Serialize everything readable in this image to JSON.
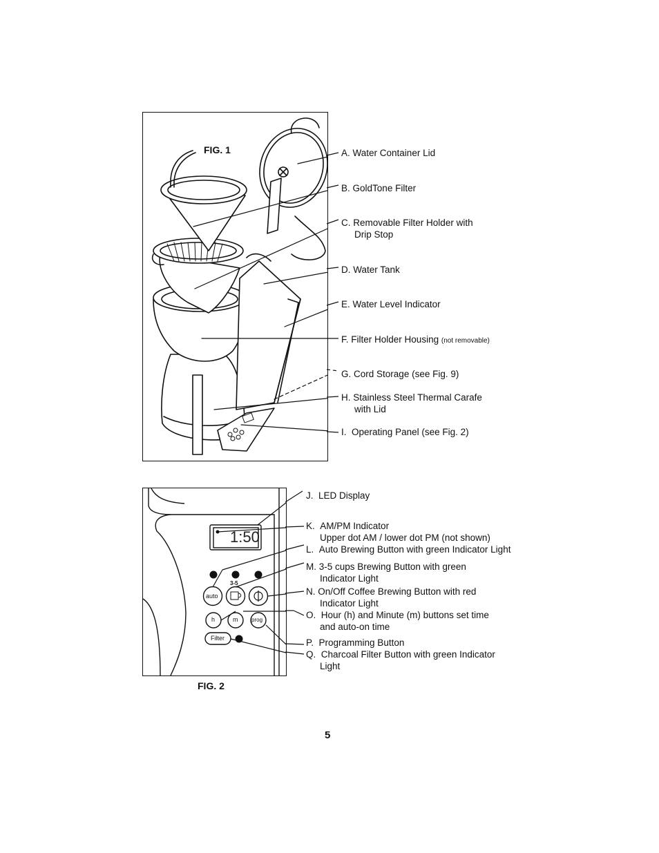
{
  "fig1": {
    "title": "FIG. 1",
    "labels": [
      {
        "letter": "A.",
        "text": "Water Container Lid",
        "text2": "",
        "note": ""
      },
      {
        "letter": "B.",
        "text": "GoldTone Filter",
        "text2": "",
        "note": ""
      },
      {
        "letter": "C.",
        "text": "Removable Filter Holder with",
        "text2": "Drip Stop",
        "note": ""
      },
      {
        "letter": "D.",
        "text": "Water Tank",
        "text2": "",
        "note": ""
      },
      {
        "letter": "E.",
        "text": "Water Level Indicator",
        "text2": "",
        "note": ""
      },
      {
        "letter": "F.",
        "text": "Filter Holder Housing",
        "text2": "",
        "note": "(not removable)"
      },
      {
        "letter": "G.",
        "text": "Cord Storage (see Fig. 9)",
        "text2": "",
        "note": ""
      },
      {
        "letter": "H.",
        "text": "Stainless Steel Thermal Carafe",
        "text2": "with Lid",
        "note": ""
      },
      {
        "letter": "I.",
        "text": "Operating Panel (see Fig. 2)",
        "text2": "",
        "note": ""
      }
    ]
  },
  "fig2": {
    "title": "FIG. 2",
    "display_time": "1:50",
    "buttons": {
      "auto": "auto",
      "cups": "3-5",
      "h": "h",
      "m": "m",
      "prog": "prog",
      "filter": "Filter"
    },
    "labels": [
      {
        "letter": "J.",
        "text": "LED Display",
        "text2": ""
      },
      {
        "letter": "K.",
        "text": "AM/PM Indicator",
        "text2": "Upper dot AM / lower dot PM (not shown)"
      },
      {
        "letter": "L.",
        "text": "Auto Brewing Button with green Indicator Light",
        "text2": ""
      },
      {
        "letter": "M.",
        "text": "3-5 cups Brewing Button with green",
        "text2": "Indicator Light"
      },
      {
        "letter": "N.",
        "text": "On/Off Coffee Brewing Button with red",
        "text2": "Indicator Light"
      },
      {
        "letter": "O.",
        "text": "Hour (h) and Minute (m) buttons set time",
        "text2": "and auto-on time"
      },
      {
        "letter": "P.",
        "text": "Programming Button",
        "text2": ""
      },
      {
        "letter": "Q.",
        "text": "Charcoal Filter Button with green Indicator",
        "text2": "Light"
      }
    ]
  },
  "page_number": "5"
}
